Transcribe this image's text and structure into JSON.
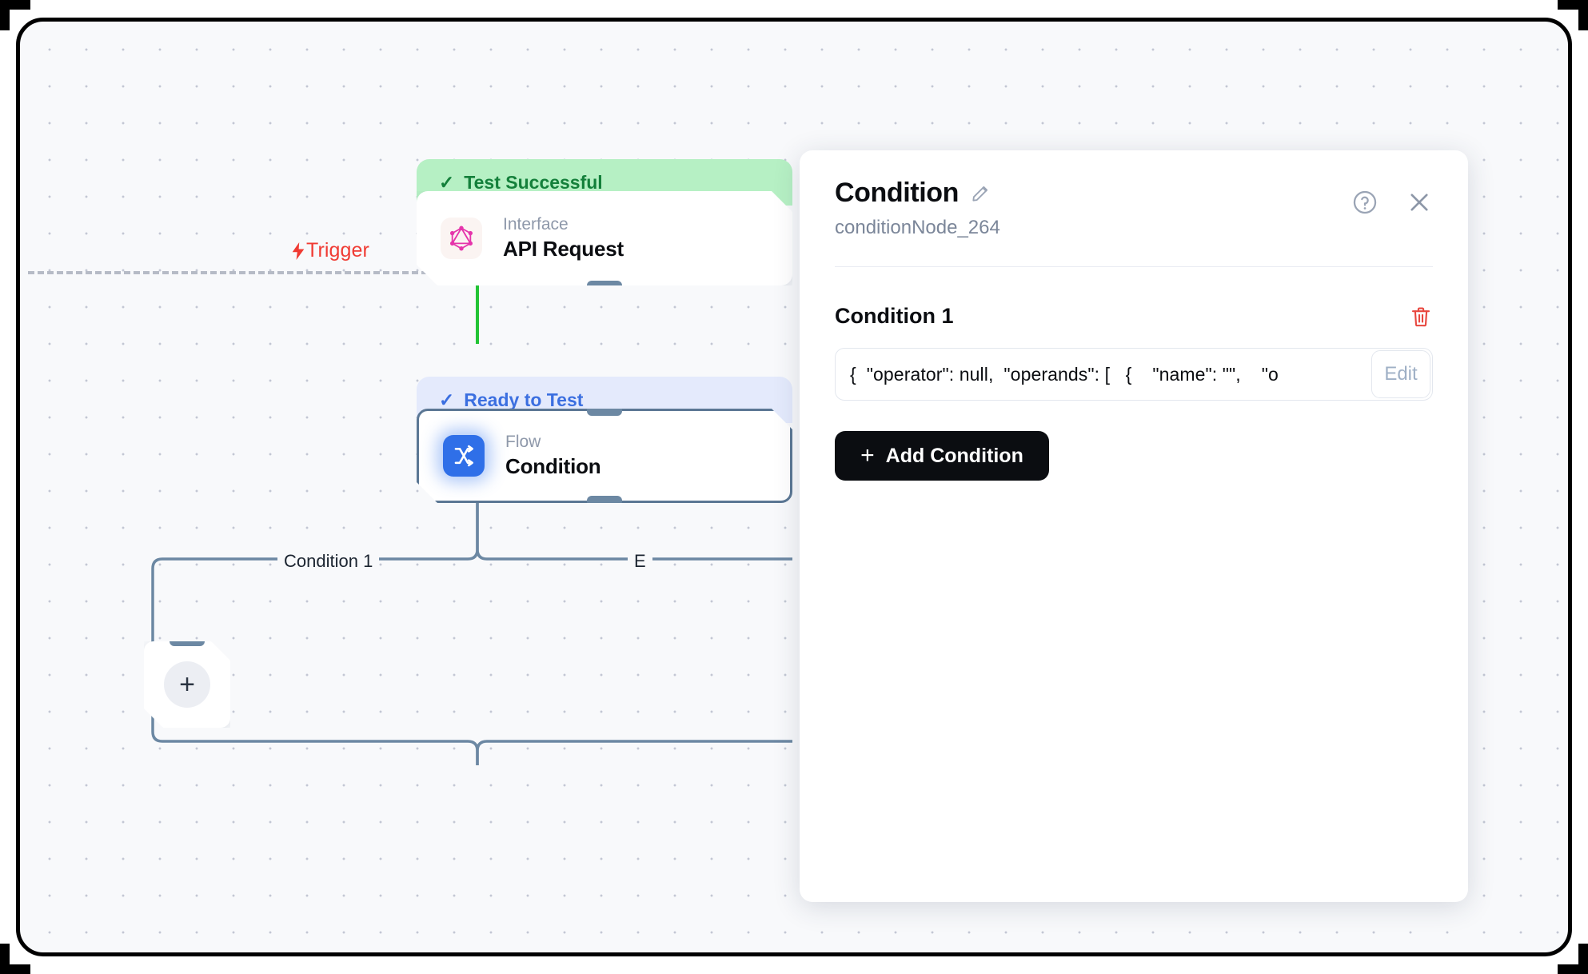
{
  "canvas": {
    "trigger": {
      "label": "Trigger",
      "icon": "lightning-bolt-icon",
      "color": "#f03b33"
    },
    "nodes": [
      {
        "status": "Test Successful",
        "status_icon": "check-icon",
        "kind": "Interface",
        "title": "API Request",
        "icon": "graphql-icon"
      },
      {
        "status": "Ready to Test",
        "status_icon": "check-icon",
        "kind": "Flow",
        "title": "Condition",
        "icon": "flow-branch-icon"
      }
    ],
    "edge_labels": [
      "Condition 1",
      "E"
    ],
    "add_node": {
      "icon": "plus-icon",
      "label": "+"
    },
    "edge_color_active": "#22c435",
    "edge_color_default": "#6c88a3"
  },
  "panel": {
    "title": "Condition",
    "edit_icon": "pencil-icon",
    "subtitle": "conditionNode_264",
    "help_icon": "question-circle-icon",
    "close_icon": "close-icon",
    "condition": {
      "label": "Condition 1",
      "delete_icon": "trash-icon",
      "value": "{  \"operator\": null,  \"operands\": [   {    \"name\": \"\",    \"o",
      "edit_label": "Edit"
    },
    "add_condition_label": "Add Condition",
    "add_condition_plus": "+"
  }
}
